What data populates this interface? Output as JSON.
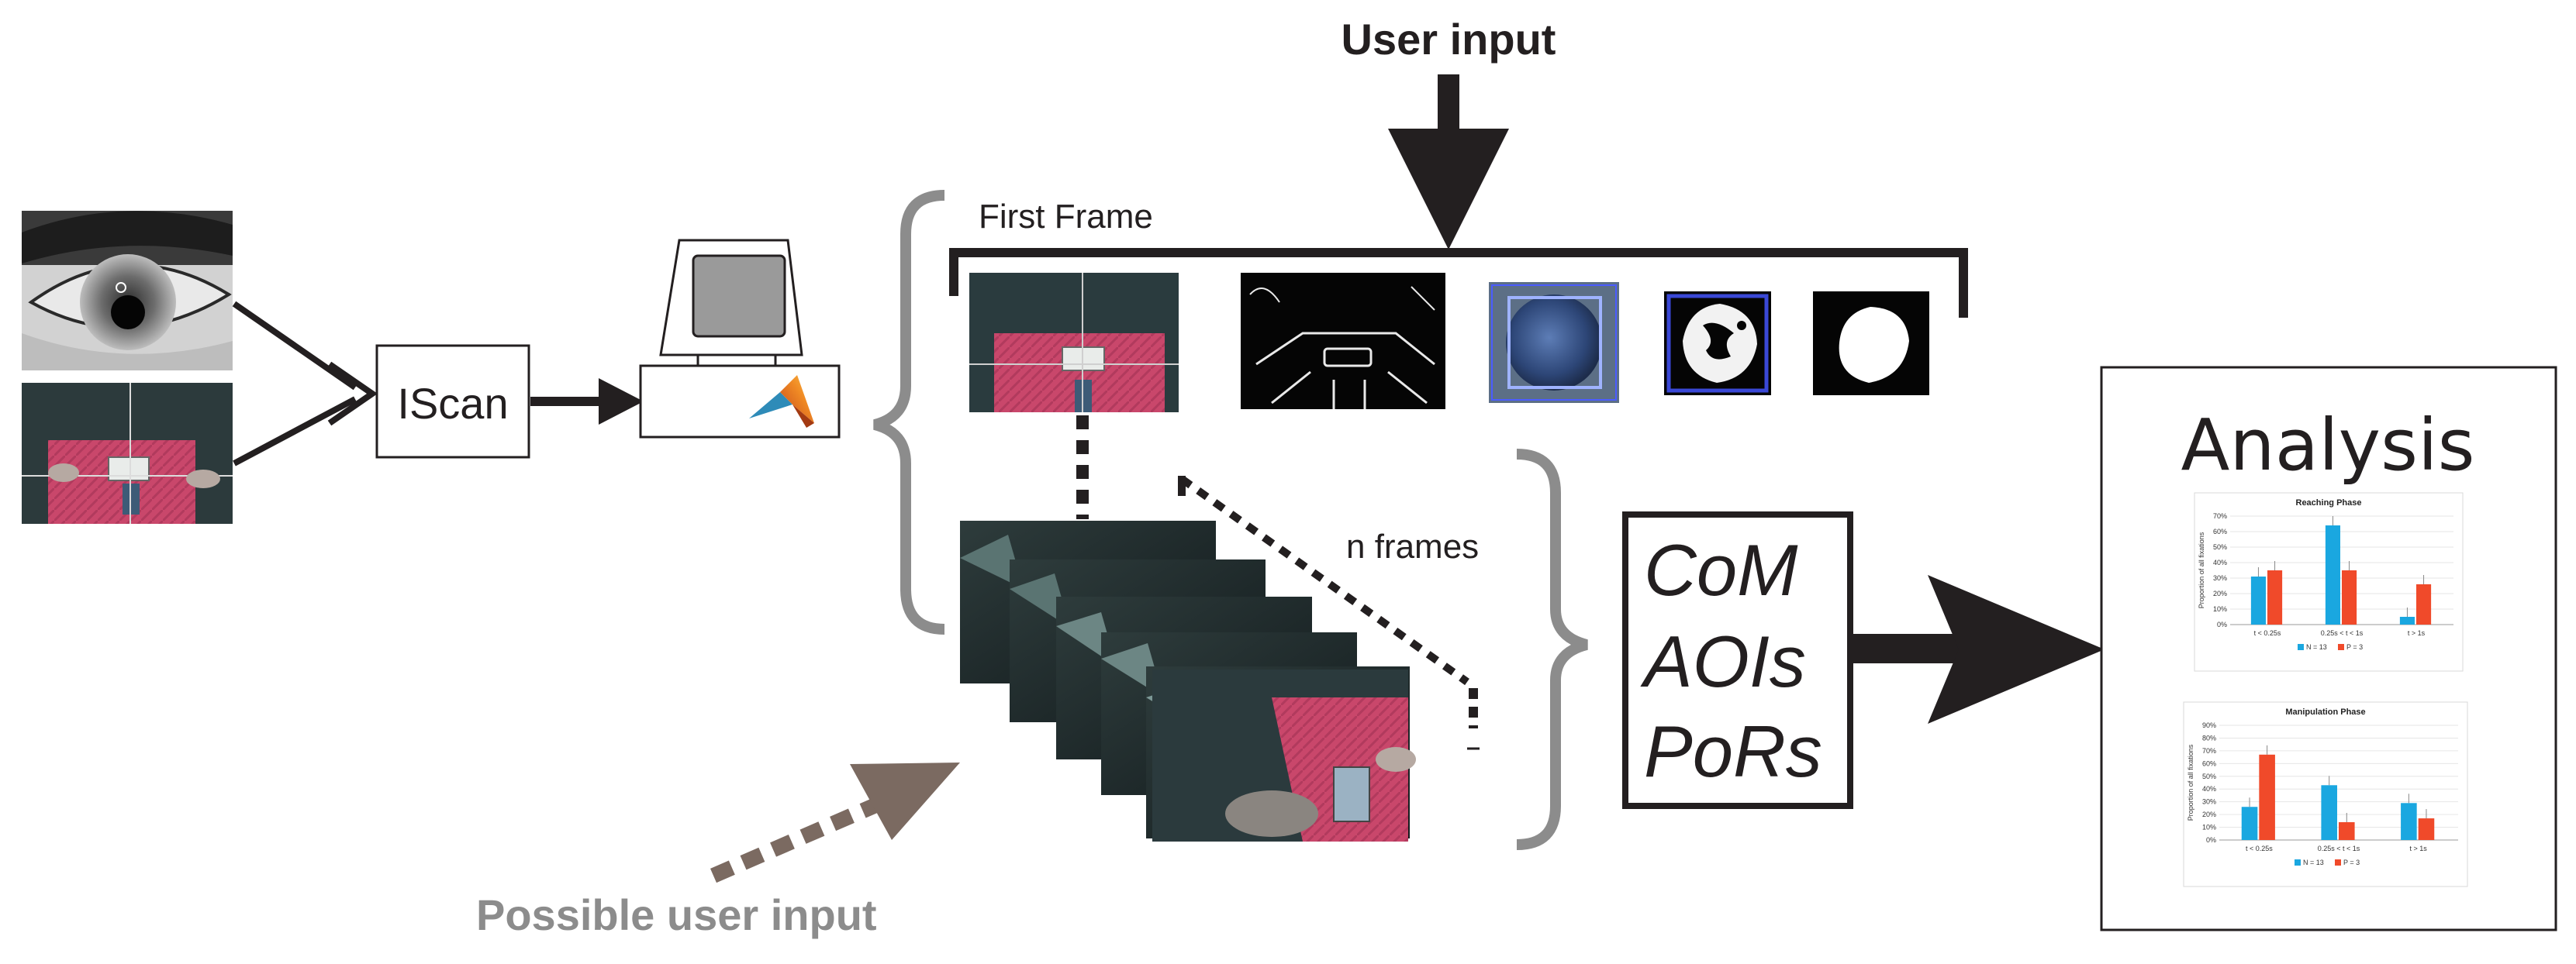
{
  "labels": {
    "user_input": "User input",
    "possible_user_input": "Possible user input",
    "iscan": "IScan",
    "first_frame": "First Frame",
    "n_frames": "n frames",
    "com": "CoM",
    "aois": "AOIs",
    "pors": "PoRs",
    "analysis": "Analysis"
  },
  "colors": {
    "ink": "#231f20",
    "brace_gray": "#8c8c8c",
    "possible_input_brown": "#7b6a61",
    "bar_blue": "#1aa7e0",
    "bar_red": "#f04a2a"
  },
  "chart_data": [
    {
      "type": "bar",
      "title": "Reaching Phase",
      "ylabel": "Proportion of all fixations",
      "categories": [
        "t < 0.25s",
        "0.25s < t < 1s",
        "t > 1s"
      ],
      "yticks": [
        "0%",
        "10%",
        "20%",
        "30%",
        "40%",
        "50%",
        "60%",
        "70%"
      ],
      "ylim": [
        0,
        70
      ],
      "series": [
        {
          "name": "N = 13",
          "values": [
            31,
            64,
            5
          ],
          "color": "#1aa7e0"
        },
        {
          "name": "P = 3",
          "values": [
            35,
            35,
            26
          ],
          "color": "#f04a2a"
        }
      ],
      "legend": "bottom"
    },
    {
      "type": "bar",
      "title": "Manipulation Phase",
      "ylabel": "Proportion of all fixations",
      "categories": [
        "t < 0.25s",
        "0.25s < t < 1s",
        "t > 1s"
      ],
      "yticks": [
        "0%",
        "10%",
        "20%",
        "30%",
        "40%",
        "50%",
        "60%",
        "70%",
        "80%",
        "90%"
      ],
      "ylim": [
        0,
        90
      ],
      "series": [
        {
          "name": "N = 13",
          "values": [
            26,
            43,
            29
          ],
          "color": "#1aa7e0"
        },
        {
          "name": "P = 3",
          "values": [
            67,
            14,
            17
          ],
          "color": "#f04a2a"
        }
      ],
      "legend": "bottom"
    }
  ]
}
